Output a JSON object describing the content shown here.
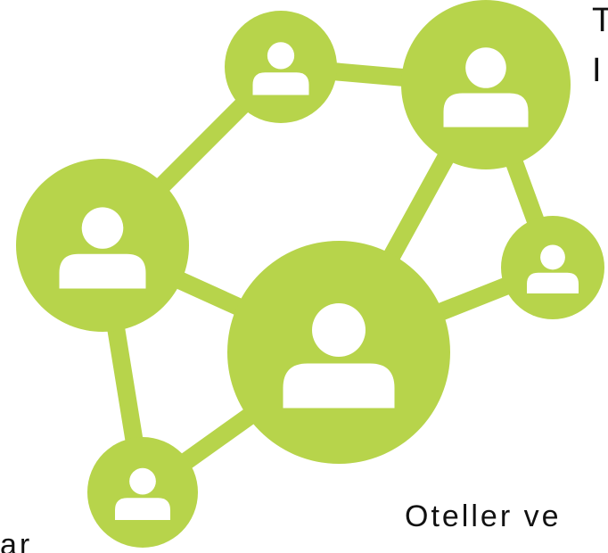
{
  "graphic": {
    "icon": "people-network-icon",
    "color": "#b7d44b",
    "person_glyph_color": "#ffffff"
  },
  "text_fragments": {
    "top_1": "T",
    "top_2": "I",
    "bottom_right": "Oteller ve",
    "bottom_left": "ar"
  }
}
